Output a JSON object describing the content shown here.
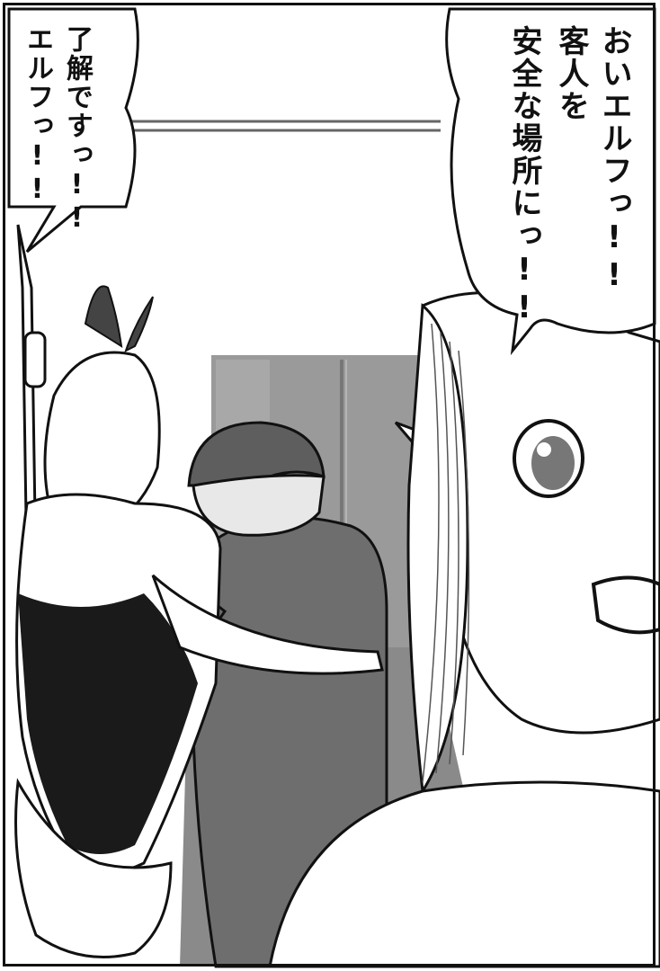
{
  "dialogue": {
    "right_bubble": {
      "lines": [
        "おいエルフっ!!",
        "客人を",
        "安全な場所にっ!!"
      ]
    },
    "left_bubble": {
      "lines": [
        "了解ですっ!!",
        "エルフっ!!"
      ]
    }
  },
  "colors": {
    "ink": "#111111",
    "paper": "#ffffff",
    "screentone_light": "#bdbdbd",
    "screentone_mid": "#8a8a8a",
    "screentone_dark": "#5e5e5e"
  }
}
